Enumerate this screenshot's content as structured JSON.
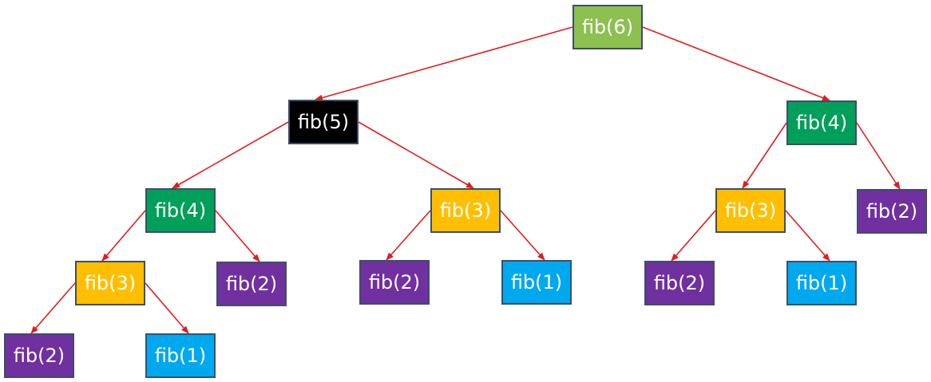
{
  "colors": {
    "fib6": "#8cc04f",
    "fib5": "#000000",
    "fib4": "#00a05a",
    "fib3": "#ffbf00",
    "fib2": "#7030a0",
    "fib1": "#00a8f0",
    "edge": "#e31c1c",
    "border": "#3c4f66"
  },
  "nodes": [
    {
      "id": "n6",
      "label": "fib(6)",
      "color": "fib6"
    },
    {
      "id": "n5",
      "label": "fib(5)",
      "color": "fib5"
    },
    {
      "id": "n4r",
      "label": "fib(4)",
      "color": "fib4"
    },
    {
      "id": "n4l",
      "label": "fib(4)",
      "color": "fib4"
    },
    {
      "id": "n3m",
      "label": "fib(3)",
      "color": "fib3"
    },
    {
      "id": "n3r",
      "label": "fib(3)",
      "color": "fib3"
    },
    {
      "id": "n2rr",
      "label": "fib(2)",
      "color": "fib2"
    },
    {
      "id": "n3l",
      "label": "fib(3)",
      "color": "fib3"
    },
    {
      "id": "n2l",
      "label": "fib(2)",
      "color": "fib2"
    },
    {
      "id": "n2m",
      "label": "fib(2)",
      "color": "fib2"
    },
    {
      "id": "n1m",
      "label": "fib(1)",
      "color": "fib1"
    },
    {
      "id": "n2r",
      "label": "fib(2)",
      "color": "fib2"
    },
    {
      "id": "n1r",
      "label": "fib(1)",
      "color": "fib1"
    },
    {
      "id": "n2ll",
      "label": "fib(2)",
      "color": "fib2"
    },
    {
      "id": "n1l",
      "label": "fib(1)",
      "color": "fib1"
    }
  ],
  "edges": [
    [
      "n6",
      "n5"
    ],
    [
      "n6",
      "n4r"
    ],
    [
      "n5",
      "n4l"
    ],
    [
      "n5",
      "n3m"
    ],
    [
      "n4r",
      "n3r"
    ],
    [
      "n4r",
      "n2rr"
    ],
    [
      "n4l",
      "n3l"
    ],
    [
      "n4l",
      "n2l"
    ],
    [
      "n3m",
      "n2m"
    ],
    [
      "n3m",
      "n1m"
    ],
    [
      "n3r",
      "n2r"
    ],
    [
      "n3r",
      "n1r"
    ],
    [
      "n3l",
      "n2ll"
    ],
    [
      "n3l",
      "n1l"
    ]
  ]
}
